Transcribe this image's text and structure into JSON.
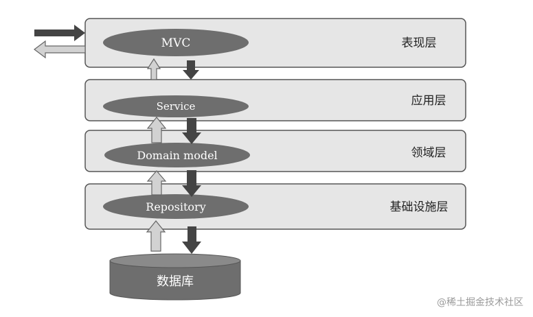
{
  "layers": [
    {
      "component": "MVC",
      "layer": "表现层"
    },
    {
      "component": "Service",
      "layer": "应用层"
    },
    {
      "component": "Domain model",
      "layer": "领域层"
    },
    {
      "component": "Repository",
      "layer": "基础设施层"
    }
  ],
  "database": {
    "label": "数据库"
  },
  "watermark": "@稀土掘金技术社区",
  "colors": {
    "layer_fill": "#e6e6e6",
    "layer_stroke": "#555555",
    "ellipse_fill": "#6e6e6e",
    "ellipse_text": "#ffffff",
    "dark_arrow": "#444444",
    "light_arrow": "#d2d2d2",
    "light_arrow_stroke": "#666666",
    "db_fill": "#6e6e6e",
    "db_top": "#8a8a8a"
  }
}
